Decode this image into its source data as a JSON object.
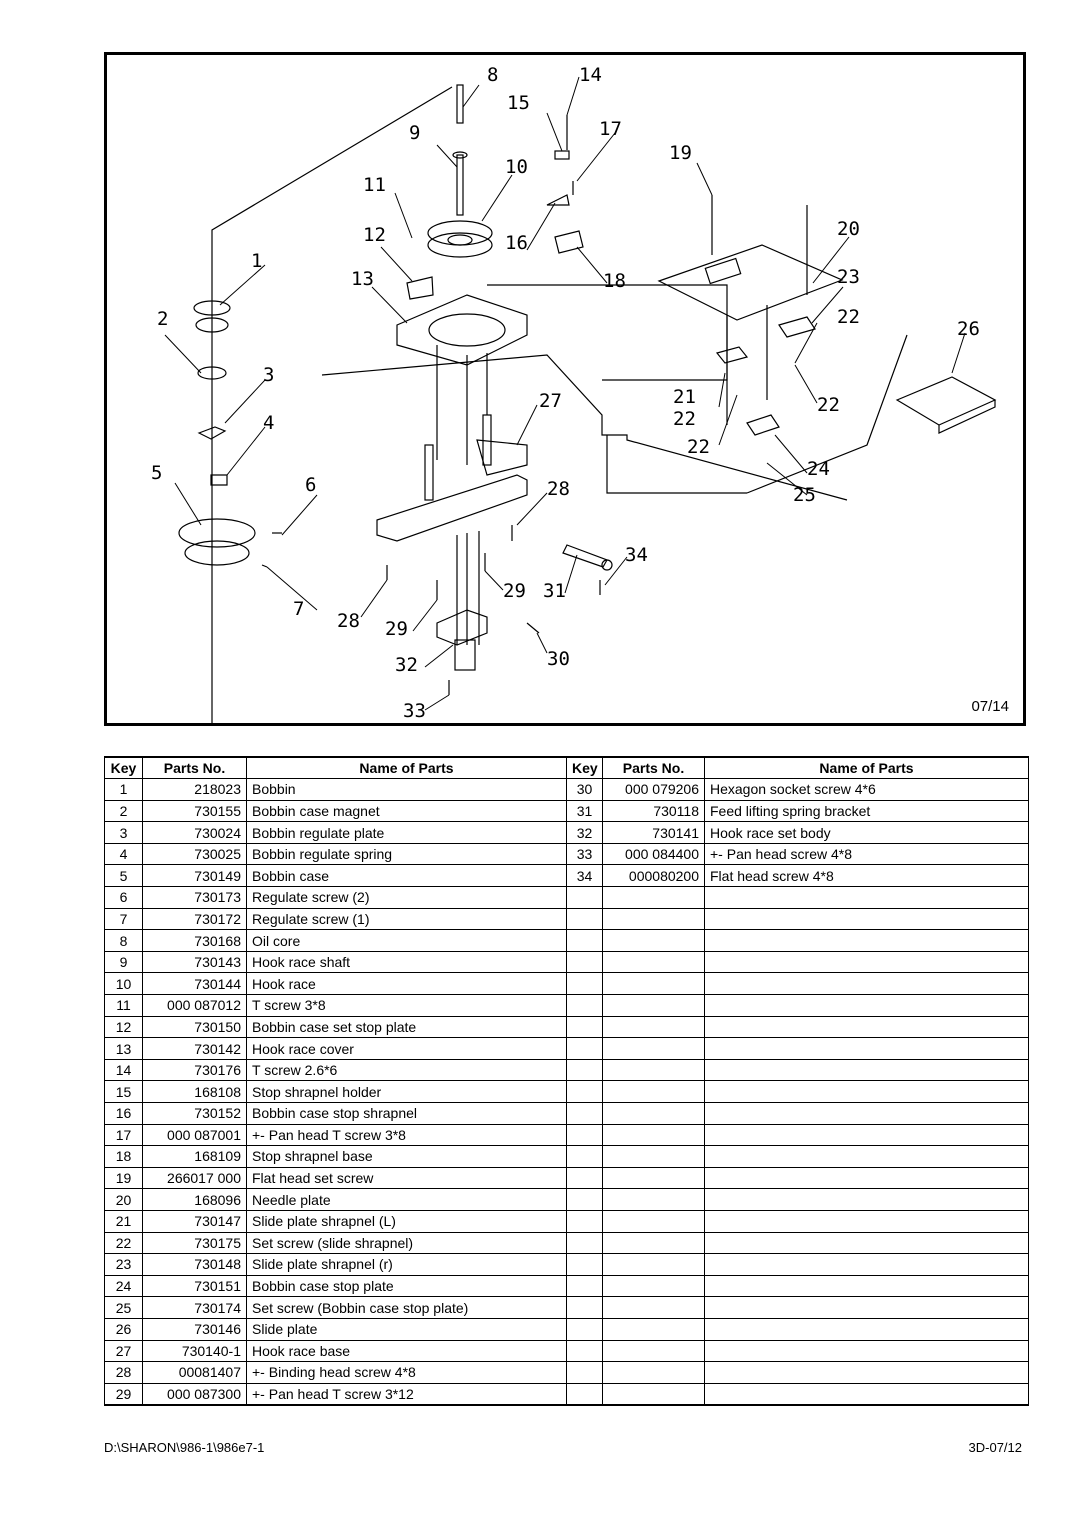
{
  "diagram": {
    "date_label": "07/14",
    "callouts": [
      "1",
      "2",
      "3",
      "4",
      "5",
      "6",
      "7",
      "8",
      "9",
      "10",
      "11",
      "12",
      "13",
      "14",
      "15",
      "16",
      "17",
      "18",
      "19",
      "20",
      "21",
      "22",
      "23",
      "24",
      "25",
      "26",
      "27",
      "28",
      "29",
      "30",
      "31",
      "32",
      "33",
      "34"
    ]
  },
  "table": {
    "headers": {
      "key": "Key",
      "parts_no": "Parts No.",
      "name": "Name of Parts"
    },
    "left_rows": [
      {
        "key": "1",
        "pno": "218023",
        "name": "Bobbin"
      },
      {
        "key": "2",
        "pno": "730155",
        "name": "Bobbin case magnet"
      },
      {
        "key": "3",
        "pno": "730024",
        "name": "Bobbin regulate plate"
      },
      {
        "key": "4",
        "pno": "730025",
        "name": "Bobbin regulate spring"
      },
      {
        "key": "5",
        "pno": "730149",
        "name": "Bobbin case"
      },
      {
        "key": "6",
        "pno": "730173",
        "name": "Regulate screw (2)"
      },
      {
        "key": "7",
        "pno": "730172",
        "name": "Regulate screw (1)"
      },
      {
        "key": "8",
        "pno": "730168",
        "name": "Oil core"
      },
      {
        "key": "9",
        "pno": "730143",
        "name": "Hook race shaft"
      },
      {
        "key": "10",
        "pno": "730144",
        "name": "Hook race"
      },
      {
        "key": "11",
        "pno": "000 087012",
        "name": "T screw 3*8"
      },
      {
        "key": "12",
        "pno": "730150",
        "name": "Bobbin case set stop plate"
      },
      {
        "key": "13",
        "pno": "730142",
        "name": "Hook race cover"
      },
      {
        "key": "14",
        "pno": "730176",
        "name": "T screw 2.6*6"
      },
      {
        "key": "15",
        "pno": "168108",
        "name": "Stop shrapnel holder"
      },
      {
        "key": "16",
        "pno": "730152",
        "name": "Bobbin case stop shrapnel"
      },
      {
        "key": "17",
        "pno": "000 087001",
        "name": "+- Pan head T screw 3*8"
      },
      {
        "key": "18",
        "pno": "168109",
        "name": "Stop shrapnel base"
      },
      {
        "key": "19",
        "pno": "266017 000",
        "name": "Flat head set screw"
      },
      {
        "key": "20",
        "pno": "168096",
        "name": "Needle plate"
      },
      {
        "key": "21",
        "pno": "730147",
        "name": "Slide plate shrapnel (L)"
      },
      {
        "key": "22",
        "pno": "730175",
        "name": "Set screw (slide shrapnel)"
      },
      {
        "key": "23",
        "pno": "730148",
        "name": "Slide plate shrapnel (r)"
      },
      {
        "key": "24",
        "pno": "730151",
        "name": "Bobbin case stop plate"
      },
      {
        "key": "25",
        "pno": "730174",
        "name": "Set screw (Bobbin case  stop plate)"
      },
      {
        "key": "26",
        "pno": "730146",
        "name": "Slide plate"
      },
      {
        "key": "27",
        "pno": "730140-1",
        "name": "Hook race base"
      },
      {
        "key": "28",
        "pno": "00081407",
        "name": "+- Binding head screw 4*8"
      },
      {
        "key": "29",
        "pno": "000 087300",
        "name": "+- Pan head T screw 3*12"
      }
    ],
    "right_rows": [
      {
        "key": "30",
        "pno": "000 079206",
        "name": "Hexagon socket screw 4*6"
      },
      {
        "key": "31",
        "pno": "730118",
        "name": "Feed lifting spring bracket"
      },
      {
        "key": "32",
        "pno": "730141",
        "name": "Hook race set body"
      },
      {
        "key": "33",
        "pno": "000 084400",
        "name": "+- Pan head screw 4*8"
      },
      {
        "key": "34",
        "pno": "000080200",
        "name": "Flat head screw 4*8"
      }
    ],
    "blank_rows": 24
  },
  "footer": {
    "path": "D:\\SHARON\\986-1\\986e7-1",
    "code": "3D-07/12"
  }
}
